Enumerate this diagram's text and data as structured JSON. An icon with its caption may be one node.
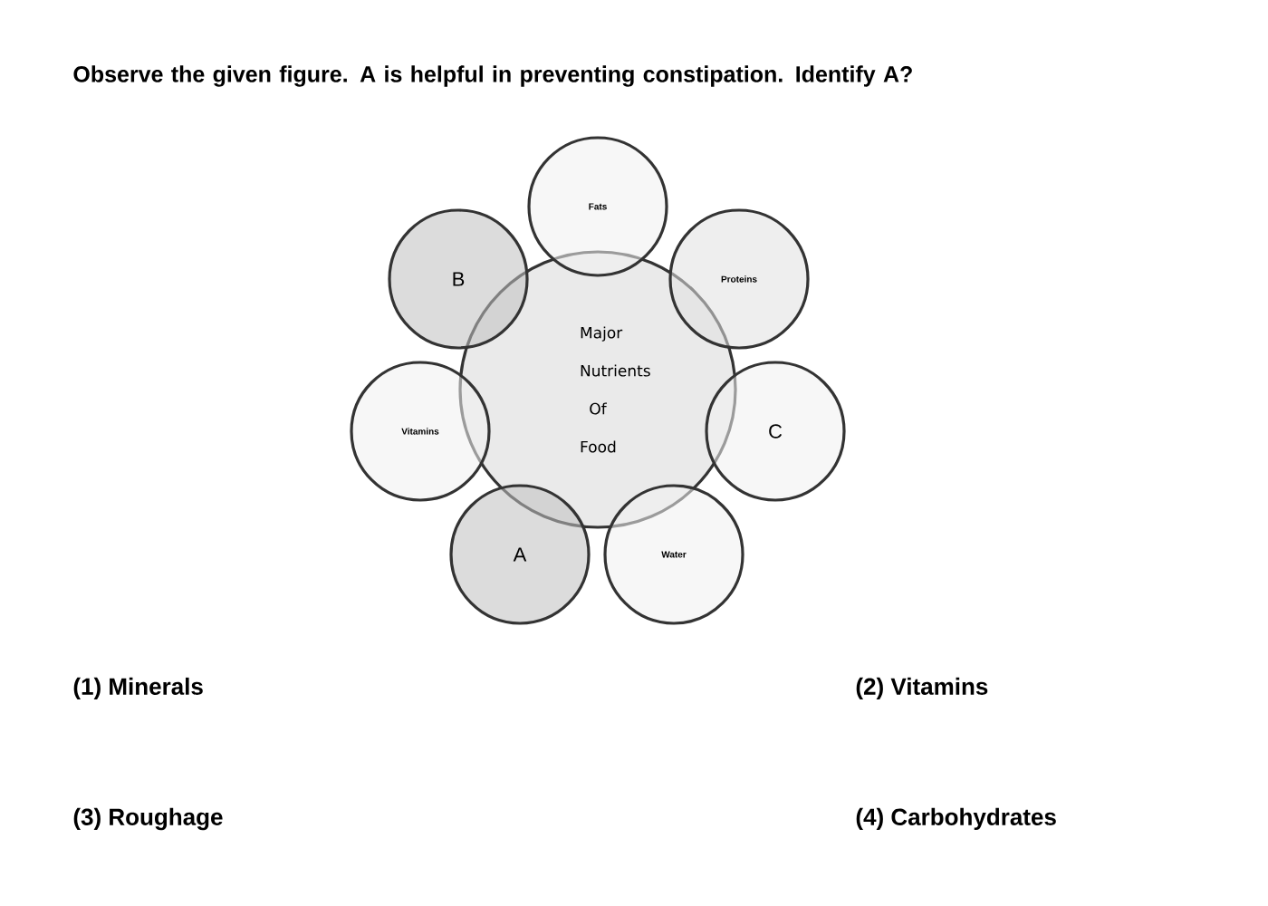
{
  "diagram": {
    "title": "Observe the given figure. A is helpful in preventing constipation. Identify A?",
    "nodes": [
      {
        "text": [
          "Major Nutrients Of Food"
        ]
      },
      {
        "text": [
          "Fats"
        ]
      },
      {
        "text": [
          "Proteins"
        ]
      },
      {
        "text": [
          "C"
        ]
      },
      {
        "text": [
          "Water"
        ]
      },
      {
        "text": [
          "A"
        ]
      },
      {
        "text": [
          "Vitamins"
        ]
      },
      {
        "text": [
          "B"
        ]
      }
    ],
    "labels": [
      "(1) Minerals",
      "(2) Vitamins",
      "(3) Roughage",
      "(4) Carbohydrates"
    ]
  }
}
